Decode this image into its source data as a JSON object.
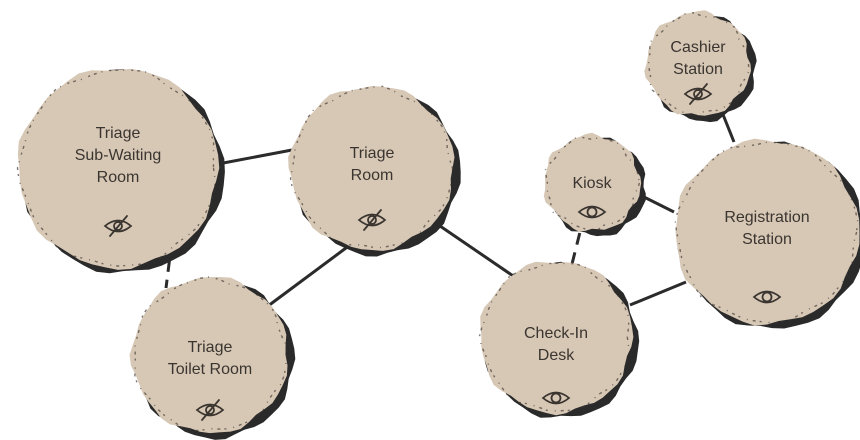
{
  "diagram": {
    "nodes": [
      {
        "id": "triage-sub-waiting-room",
        "lines": [
          "Triage",
          "Sub-Waiting",
          "Room"
        ],
        "icon": "eye-slash-icon",
        "visible": false
      },
      {
        "id": "triage-room",
        "lines": [
          "Triage",
          "Room"
        ],
        "icon": "eye-slash-icon",
        "visible": false
      },
      {
        "id": "triage-toilet-room",
        "lines": [
          "Triage",
          "Toilet Room"
        ],
        "icon": "eye-slash-icon",
        "visible": false
      },
      {
        "id": "cashier-station",
        "lines": [
          "Cashier",
          "Station"
        ],
        "icon": "eye-slash-icon",
        "visible": false
      },
      {
        "id": "kiosk",
        "lines": [
          "Kiosk"
        ],
        "icon": "eye-icon",
        "visible": true
      },
      {
        "id": "registration-station",
        "lines": [
          "Registration",
          "Station"
        ],
        "icon": "eye-icon",
        "visible": true
      },
      {
        "id": "check-in-desk",
        "lines": [
          "Check-In",
          "Desk"
        ],
        "icon": "eye-icon",
        "visible": true
      }
    ],
    "edges": [
      {
        "from": "triage-sub-waiting-room",
        "to": "triage-room",
        "style": "solid"
      },
      {
        "from": "triage-sub-waiting-room",
        "to": "triage-toilet-room",
        "style": "dashed"
      },
      {
        "from": "triage-room",
        "to": "triage-toilet-room",
        "style": "solid"
      },
      {
        "from": "triage-room",
        "to": "check-in-desk",
        "style": "solid"
      },
      {
        "from": "check-in-desk",
        "to": "kiosk",
        "style": "dashed"
      },
      {
        "from": "check-in-desk",
        "to": "registration-station",
        "style": "solid"
      },
      {
        "from": "kiosk",
        "to": "registration-station",
        "style": "solid"
      },
      {
        "from": "cashier-station",
        "to": "registration-station",
        "style": "solid"
      }
    ],
    "colors": {
      "node_fill": "#d7c8b6",
      "node_shadow": "#2a2a2a",
      "edge": "#2b2b2b",
      "text": "#3b3530"
    }
  }
}
